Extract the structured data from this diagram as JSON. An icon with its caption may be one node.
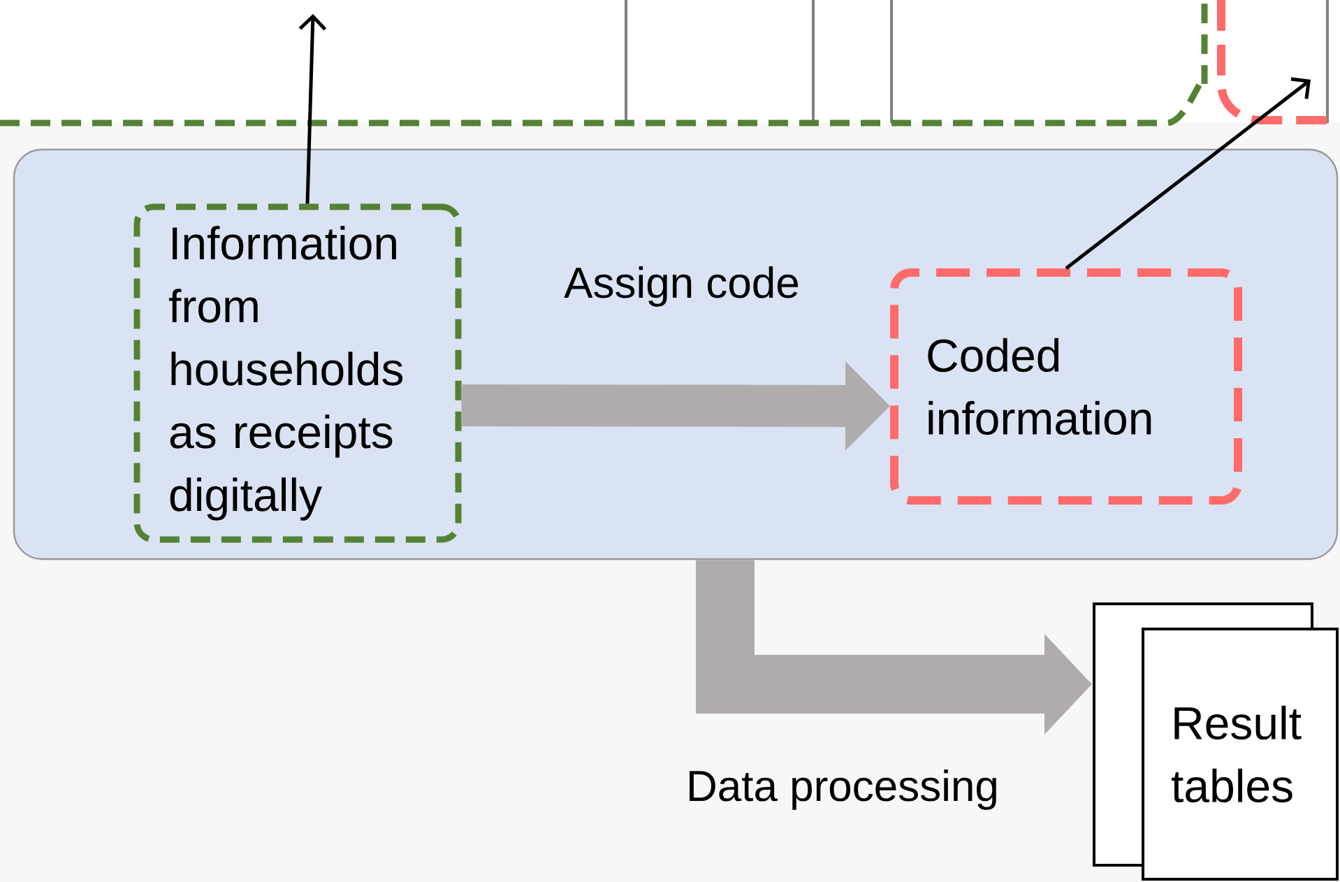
{
  "diagram": {
    "nodes": [
      {
        "text": [],
        "shape": "box"
      },
      {
        "text": [
          "Information from households as receipts digitally"
        ],
        "in": 0
      },
      {
        "text": [
          "Coded information"
        ],
        "in": 0
      },
      {
        "text": [
          "Result tables"
        ]
      }
    ],
    "edges": [
      {
        "from": 1,
        "to": 2,
        "arrow": "to",
        "label": "Assign code",
        "style": "thick",
        "color": "#afacab"
      },
      {
        "from": 0,
        "to": 3,
        "arrow": "to",
        "label": "Data processing",
        "style": "thick",
        "color": "#afacab"
      },
      {
        "from": 1,
        "to": null,
        "arrow": "to",
        "color": "#000000"
      },
      {
        "from": 2,
        "to": null,
        "arrow": "to",
        "color": "#000000"
      }
    ]
  }
}
